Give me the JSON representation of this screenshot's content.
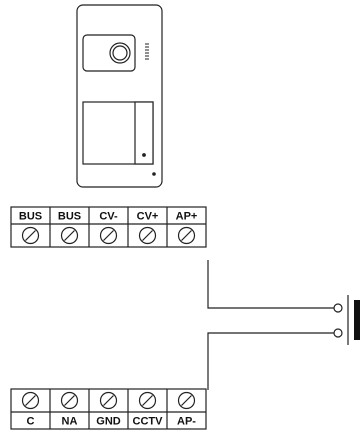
{
  "colors": {
    "stroke": "#222222",
    "panel_fill": "#ffffff",
    "text": "#111111"
  },
  "top_block": {
    "labels": [
      "BUS",
      "BUS",
      "CV-",
      "CV+",
      "AP+"
    ]
  },
  "bottom_block": {
    "labels": [
      "C",
      "NA",
      "GND",
      "CCTV",
      "AP-"
    ]
  },
  "icons": {
    "screw": "screw-terminal-icon",
    "speaker": "speaker-grille-icon",
    "camera": "camera-lens-icon",
    "push_button": "push-button-icon"
  }
}
